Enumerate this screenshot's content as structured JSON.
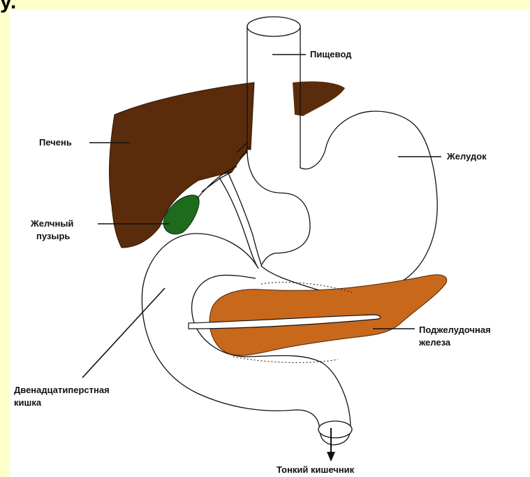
{
  "slide": {
    "heading_fragment": "у."
  },
  "diagram": {
    "labels": {
      "esophagus": "Пищевод",
      "liver": "Печень",
      "stomach": "Желудок",
      "gallbladder_line1": "Желчный",
      "gallbladder_line2": "пузырь",
      "pancreas_line1": "Поджелудочная",
      "pancreas_line2": "железа",
      "duodenum_line1": "Двенадцатиперстная",
      "duodenum_line2": "кишка",
      "small_intestine": "Тонкий кишечник"
    },
    "colors": {
      "liver": "#5b2c0b",
      "gallbladder": "#1e6b1e",
      "pancreas": "#c8681b",
      "background": "#ffffcc",
      "outline": "#111111"
    }
  }
}
